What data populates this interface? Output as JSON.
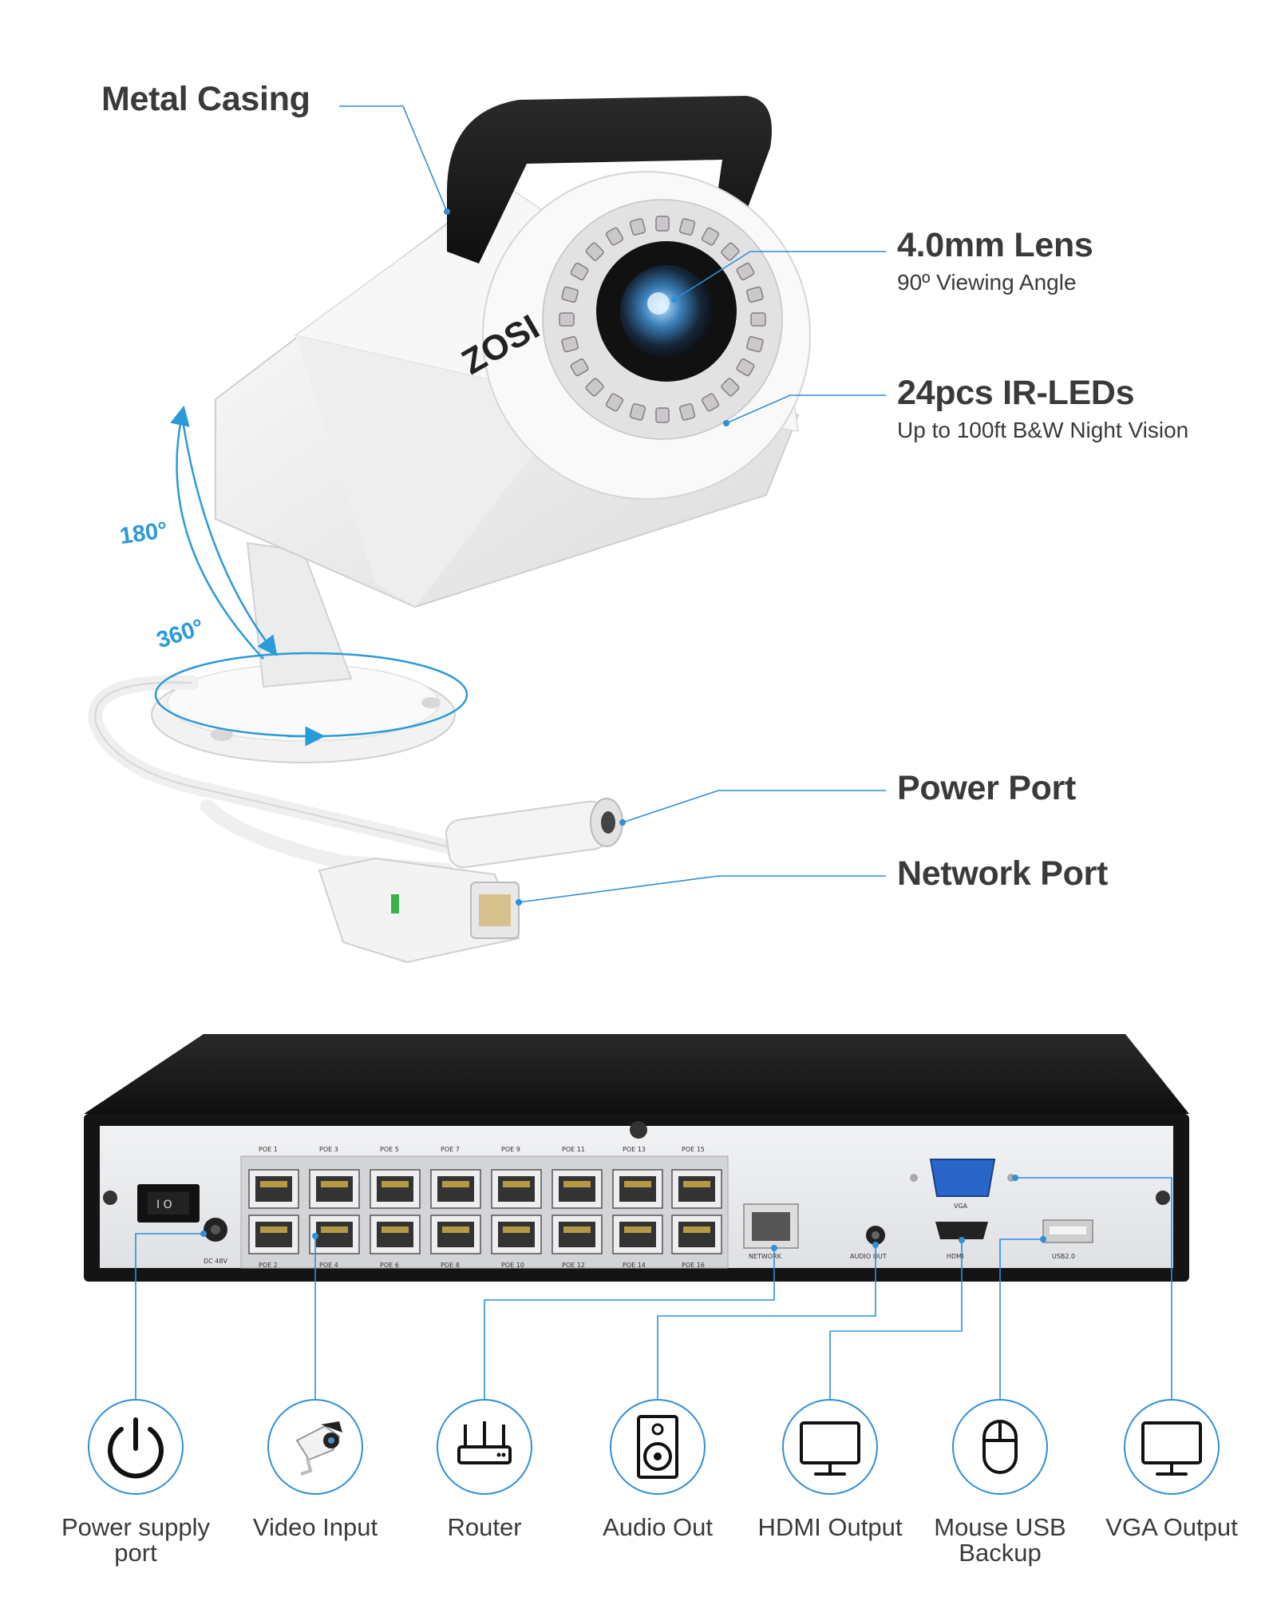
{
  "callouts": {
    "metal_casing": "Metal Casing",
    "lens": "4.0mm Lens",
    "lens_sub": "90º Viewing Angle",
    "ir_leds": "24pcs IR-LEDs",
    "ir_leds_sub": "Up to 100ft B&W Night Vision",
    "power_port": "Power Port",
    "network_port": "Network Port"
  },
  "camera": {
    "brand": "ZOSI",
    "rotation_vertical": "180°",
    "rotation_horizontal": "360°"
  },
  "nvr": {
    "poe_top": [
      "POE 1",
      "POE 3",
      "POE 5",
      "POE 7",
      "POE 9",
      "POE 11",
      "POE 13",
      "POE 15"
    ],
    "poe_bottom": [
      "POE 2",
      "POE 4",
      "POE 6",
      "POE 8",
      "POE 10",
      "POE 12",
      "POE 14",
      "POE 16"
    ],
    "dc_label": "DC 48V",
    "network_label": "NETWORK",
    "audio_label": "AUDIO OUT",
    "hdmi_label": "HDMI",
    "usb_label": "USB2.0",
    "vga_label": "VGA"
  },
  "features": [
    {
      "label": "Power supply port",
      "icon": "power-icon"
    },
    {
      "label": "Video Input",
      "icon": "camera-icon"
    },
    {
      "label": "Router",
      "icon": "router-icon"
    },
    {
      "label": "Audio Out",
      "icon": "speaker-icon"
    },
    {
      "label": "HDMI Output",
      "icon": "monitor-icon"
    },
    {
      "label": "Mouse USB Backup",
      "icon": "mouse-icon"
    },
    {
      "label": "VGA Output",
      "icon": "monitor-icon"
    }
  ],
  "colors": {
    "accent": "#2f8fd8",
    "text": "#3a3a3a",
    "nvr_body": "#1c1c1c",
    "nvr_panel": "#e9eaec"
  }
}
